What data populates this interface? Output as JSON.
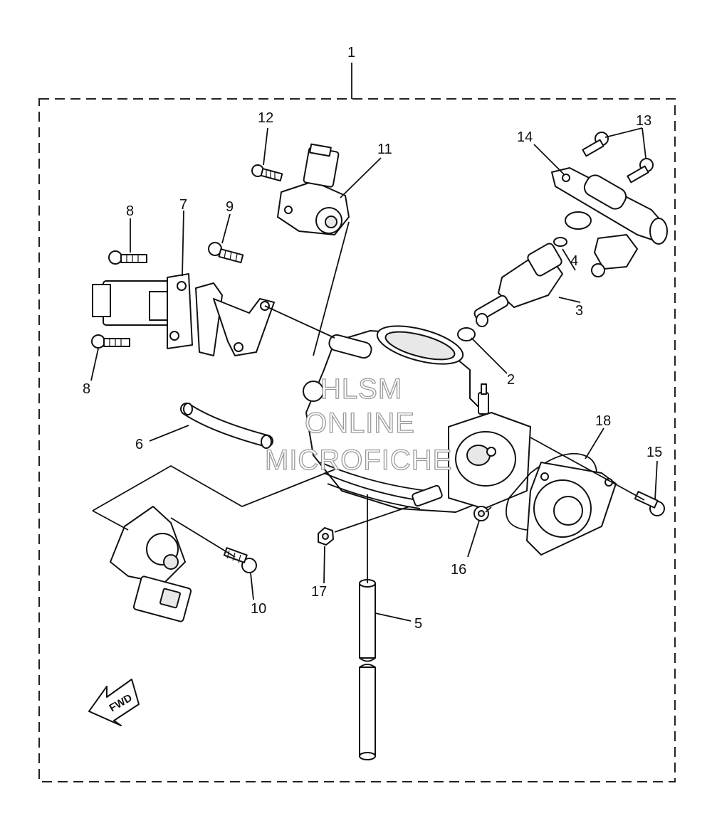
{
  "callouts": [
    {
      "id": "c1",
      "text": "1"
    },
    {
      "id": "c2",
      "text": "2"
    },
    {
      "id": "c3",
      "text": "3"
    },
    {
      "id": "c4",
      "text": "4"
    },
    {
      "id": "c5",
      "text": "5"
    },
    {
      "id": "c6",
      "text": "6"
    },
    {
      "id": "c7",
      "text": "7"
    },
    {
      "id": "c8a",
      "text": "8"
    },
    {
      "id": "c8b",
      "text": "8"
    },
    {
      "id": "c9",
      "text": "9"
    },
    {
      "id": "c10",
      "text": "10"
    },
    {
      "id": "c11",
      "text": "11"
    },
    {
      "id": "c12",
      "text": "12"
    },
    {
      "id": "c13",
      "text": "13"
    },
    {
      "id": "c14",
      "text": "14"
    },
    {
      "id": "c15",
      "text": "15"
    },
    {
      "id": "c16",
      "text": "16"
    },
    {
      "id": "c17",
      "text": "17"
    },
    {
      "id": "c18",
      "text": "18"
    }
  ],
  "direction_marker": "FWD",
  "watermark": [
    "HLSM",
    "ONLINE",
    "MICROFICHE"
  ]
}
